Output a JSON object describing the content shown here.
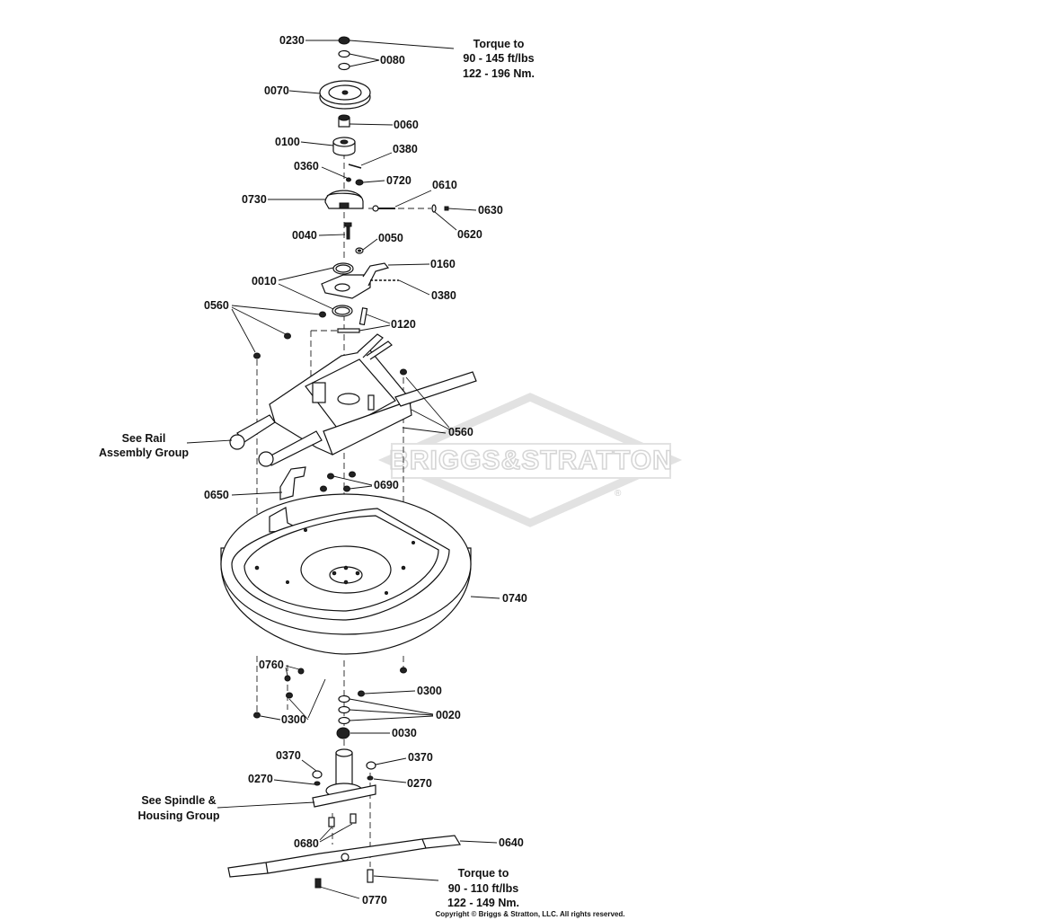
{
  "watermark": {
    "brand": "BRIGGS&STRATTON",
    "registered": "®"
  },
  "labels": {
    "p0230": "0230",
    "p0080": "0080",
    "p0070": "0070",
    "p0060": "0060",
    "p0100": "0100",
    "p0380a": "0380",
    "p0360": "0360",
    "p0720": "0720",
    "p0730": "0730",
    "p0610": "0610",
    "p0630": "0630",
    "p0620": "0620",
    "p0040": "0040",
    "p0050": "0050",
    "p0160": "0160",
    "p0010": "0010",
    "p0380b": "0380",
    "p0560a": "0560",
    "p0120": "0120",
    "p0560b": "0560",
    "p0690": "0690",
    "p0650": "0650",
    "p0740": "0740",
    "p0760": "0760",
    "p0300a": "0300",
    "p0300b": "0300",
    "p0020": "0020",
    "p0030": "0030",
    "p0370a": "0370",
    "p0370b": "0370",
    "p0270a": "0270",
    "p0270b": "0270",
    "p0680": "0680",
    "p0640": "0640",
    "p0770": "0770"
  },
  "notes": {
    "torque_top": [
      "Torque to",
      "90 - 145 ft/lbs",
      "122 - 196 Nm."
    ],
    "torque_bottom": [
      "Torque to",
      "90 - 110 ft/lbs",
      "122 - 149 Nm."
    ],
    "rail": [
      "See Rail",
      "Assembly Group"
    ],
    "spindle": [
      "See Spindle &",
      "Housing Group"
    ]
  },
  "copyright": "Copyright © Briggs & Stratton, LLC. All rights reserved."
}
